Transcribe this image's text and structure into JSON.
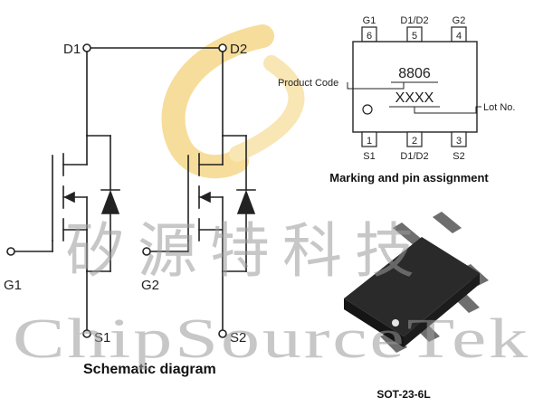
{
  "schematic": {
    "caption": "Schematic diagram",
    "terminals": {
      "d1": "D1",
      "d2": "D2",
      "g1": "G1",
      "g2": "G2",
      "s1": "S1",
      "s2": "S2"
    }
  },
  "marking": {
    "caption": "Marking and pin assignment",
    "product_code_label": "Product Code",
    "lot_no_label": "Lot No.",
    "product_code": "8806",
    "lot_code": "XXXX",
    "top_pins": [
      {
        "name": "G1",
        "number": "6"
      },
      {
        "name": "D1/D2",
        "number": "5"
      },
      {
        "name": "G2",
        "number": "4"
      }
    ],
    "bottom_pins": [
      {
        "number": "1",
        "name": "S1"
      },
      {
        "number": "2",
        "name": "D1/D2"
      },
      {
        "number": "3",
        "name": "S2"
      }
    ]
  },
  "package": {
    "caption": "SOT-23-6L"
  },
  "watermark": {
    "chinese": "矽源特科技",
    "english": "ChipSourceTek",
    "logo_color": "#f2c24a"
  }
}
